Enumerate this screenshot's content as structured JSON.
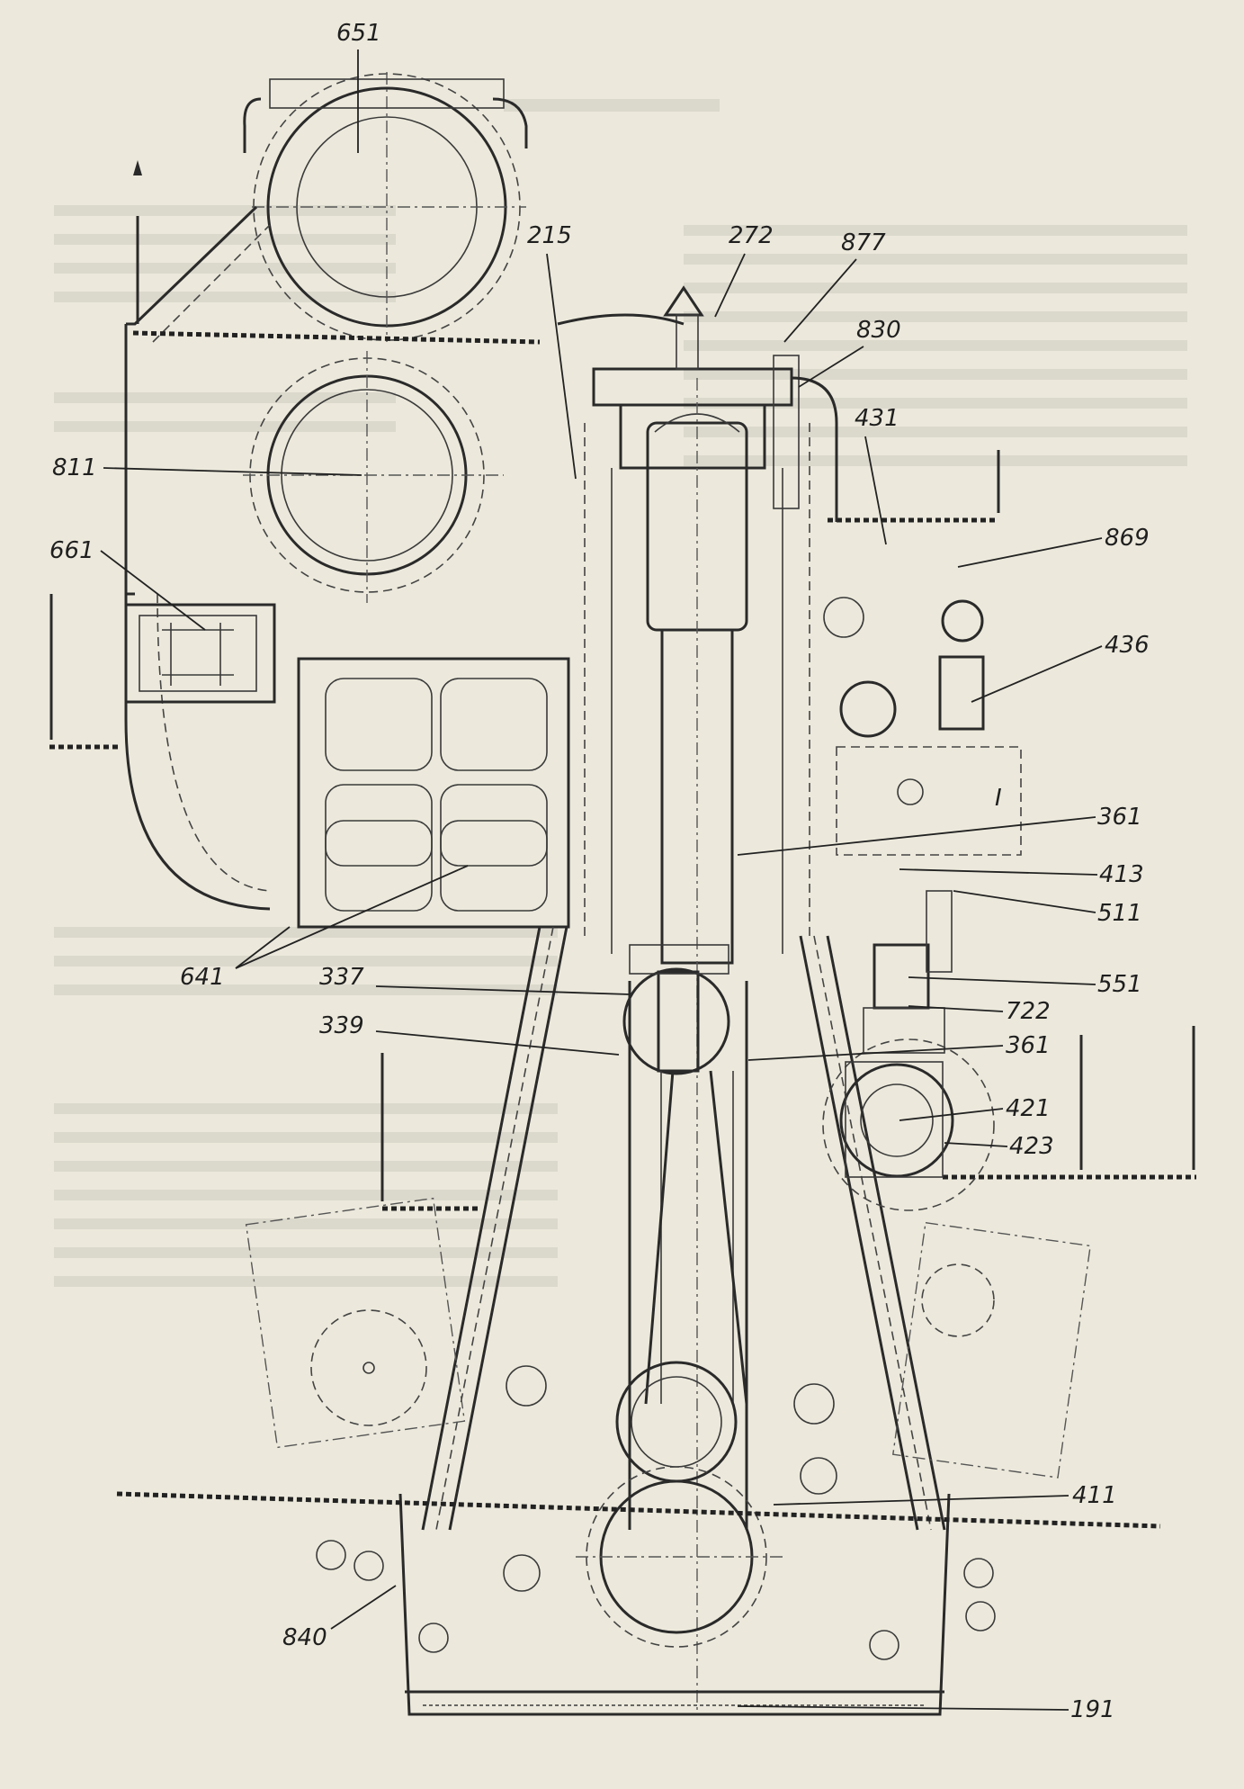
{
  "callouts": [
    {
      "id": "651",
      "text": "651"
    },
    {
      "id": "215",
      "text": "215"
    },
    {
      "id": "272",
      "text": "272"
    },
    {
      "id": "877",
      "text": "877"
    },
    {
      "id": "830",
      "text": "830"
    },
    {
      "id": "431",
      "text": "431"
    },
    {
      "id": "869",
      "text": "869"
    },
    {
      "id": "811",
      "text": "811"
    },
    {
      "id": "661",
      "text": "661"
    },
    {
      "id": "436",
      "text": "436"
    },
    {
      "id": "361a",
      "text": "361"
    },
    {
      "id": "413",
      "text": "413"
    },
    {
      "id": "511",
      "text": "511"
    },
    {
      "id": "641",
      "text": "641"
    },
    {
      "id": "551",
      "text": "551"
    },
    {
      "id": "337",
      "text": "337"
    },
    {
      "id": "722",
      "text": "722"
    },
    {
      "id": "339",
      "text": "339"
    },
    {
      "id": "361b",
      "text": "361"
    },
    {
      "id": "421",
      "text": "421"
    },
    {
      "id": "423",
      "text": "423"
    },
    {
      "id": "411",
      "text": "411"
    },
    {
      "id": "840",
      "text": "840"
    },
    {
      "id": "191",
      "text": "191"
    }
  ],
  "roman_marker": "I",
  "colors": {
    "paper": "#ece9dc",
    "ink": "#2a2a2a"
  }
}
